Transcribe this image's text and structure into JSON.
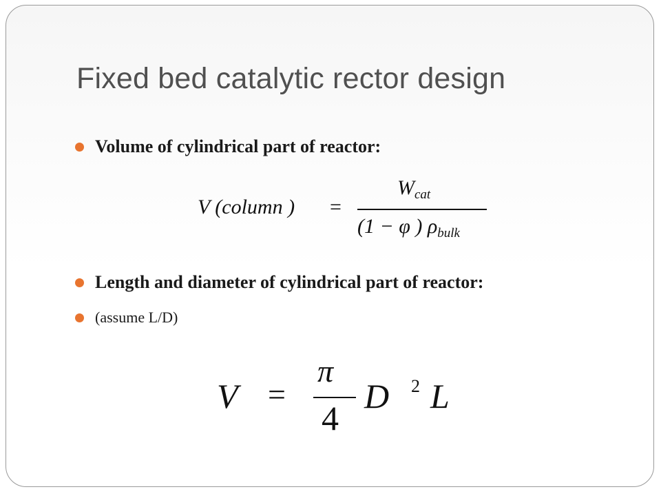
{
  "slide": {
    "title": "Fixed bed catalytic rector design",
    "bullets": [
      "Volume of cylindrical part of reactor:",
      "Length and diameter of cylindrical part of reactor:",
      "(assume L/D)"
    ],
    "equation1": {
      "lhs": "V (column   )",
      "equals": "=",
      "numerator": "W",
      "numerator_sub": "cat",
      "denominator": "(1 − φ ) ρ",
      "denominator_sub": "bulk"
    },
    "equation2": {
      "lhs": "V",
      "equals": "=",
      "numerator": "π",
      "denominator": "4",
      "d": "D",
      "exponent": "2",
      "l": "L"
    },
    "colors": {
      "bullet": "#e8742f",
      "title": "#505050",
      "border": "#9a9a9a"
    }
  }
}
